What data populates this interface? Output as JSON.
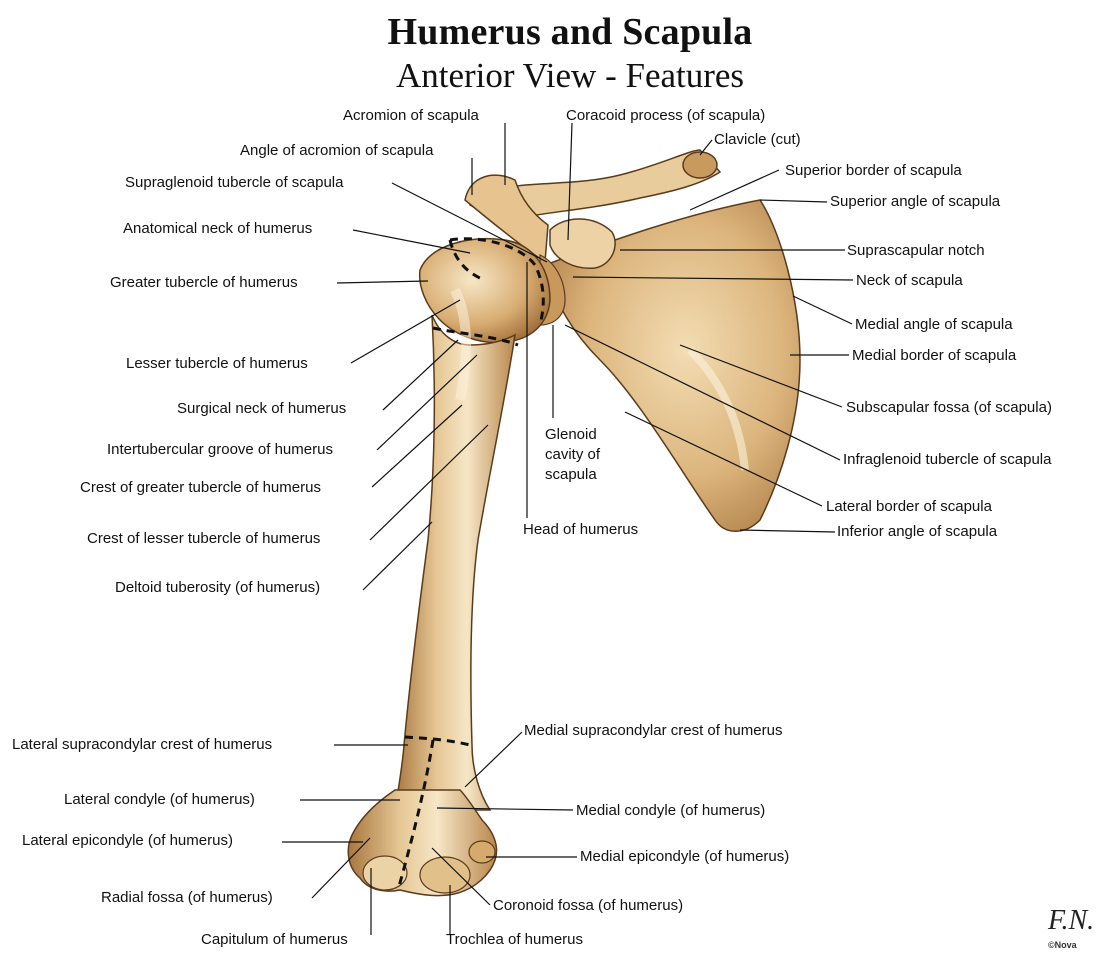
{
  "title": "Humerus and Scapula",
  "subtitle": "Anterior View - Features",
  "colors": {
    "bone": "#d9b27a",
    "bone_light": "#f2dfb8",
    "bone_shadow": "#a8773f",
    "bone_highlight": "#fbf1dc",
    "outline": "#5a3b1c",
    "leader": "#111111"
  },
  "labels": {
    "acromion": "Acromion of scapula",
    "coracoid": "Coracoid process (of scapula)",
    "clavicle": "Clavicle (cut)",
    "angle_acromion": "Angle of acromion of scapula",
    "superior_border": "Superior border of scapula",
    "supraglenoid": "Supraglenoid tubercle of scapula",
    "superior_angle": "Superior angle of scapula",
    "anatomical_neck": "Anatomical neck of humerus",
    "suprascapular_notch": "Suprascapular notch",
    "greater_tubercle": "Greater tubercle of humerus",
    "neck_scapula": "Neck of scapula",
    "medial_angle": "Medial angle of scapula",
    "lesser_tubercle": "Lesser tubercle of humerus",
    "medial_border": "Medial border of scapula",
    "surgical_neck": "Surgical neck of humerus",
    "subscapular_fossa": "Subscapular fossa (of scapula)",
    "glenoid_cavity": "Glenoid cavity of scapula",
    "intertubercular": "Intertubercular groove of humerus",
    "infraglenoid": "Infraglenoid tubercle of scapula",
    "crest_greater": "Crest of greater tubercle of humerus",
    "lateral_border": "Lateral border of scapula",
    "head_humerus": "Head of humerus",
    "inferior_angle": "Inferior angle of scapula",
    "crest_lesser": "Crest of lesser tubercle of humerus",
    "deltoid": "Deltoid tuberosity (of humerus)",
    "lat_supracondylar": "Lateral supracondylar crest of humerus",
    "med_supracondylar": "Medial supracondylar crest of humerus",
    "lat_condyle": "Lateral condyle (of humerus)",
    "med_condyle": "Medial condyle (of humerus)",
    "lat_epicondyle": "Lateral epicondyle (of humerus)",
    "med_epicondyle": "Medial epicondyle (of humerus)",
    "radial_fossa": "Radial fossa (of humerus)",
    "coronoid_fossa": "Coronoid fossa (of humerus)",
    "capitulum": "Capitulum of humerus",
    "trochlea": "Trochlea of humerus"
  },
  "signature": "F.N.",
  "copyright": "©Nova"
}
